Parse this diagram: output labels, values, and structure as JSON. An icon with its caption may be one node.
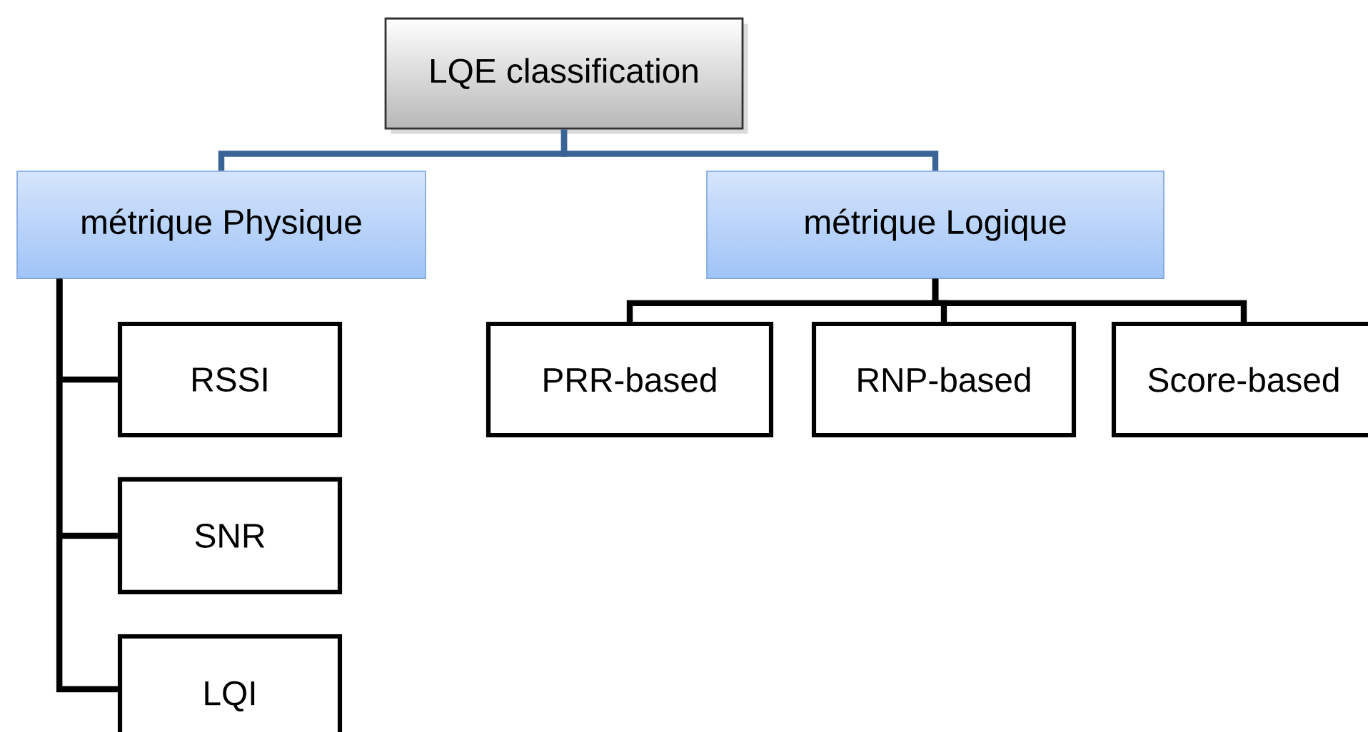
{
  "diagram": {
    "nodes": [
      {
        "text": [
          "LQE classification"
        ]
      },
      {
        "text": [
          "métrique Physique"
        ]
      },
      {
        "text": [
          "métrique Logique"
        ]
      },
      {
        "text": [
          "RSSI"
        ]
      },
      {
        "text": [
          "SNR"
        ]
      },
      {
        "text": [
          "LQI"
        ]
      },
      {
        "text": [
          "PRR-based"
        ]
      },
      {
        "text": [
          "RNP-based"
        ]
      },
      {
        "text": [
          "Score-based"
        ]
      }
    ],
    "edges": [
      {
        "from": 0,
        "to": 1,
        "arrow": "none",
        "color": "#3b6496"
      },
      {
        "from": 0,
        "to": 2,
        "arrow": "none",
        "color": "#3b6496"
      },
      {
        "from": 1,
        "to": 3,
        "arrow": "none"
      },
      {
        "from": 1,
        "to": 4,
        "arrow": "none"
      },
      {
        "from": 1,
        "to": 5,
        "arrow": "none"
      },
      {
        "from": 2,
        "to": 6,
        "arrow": "none"
      },
      {
        "from": 2,
        "to": 7,
        "arrow": "none"
      },
      {
        "from": 2,
        "to": 8,
        "arrow": "none"
      }
    ]
  }
}
